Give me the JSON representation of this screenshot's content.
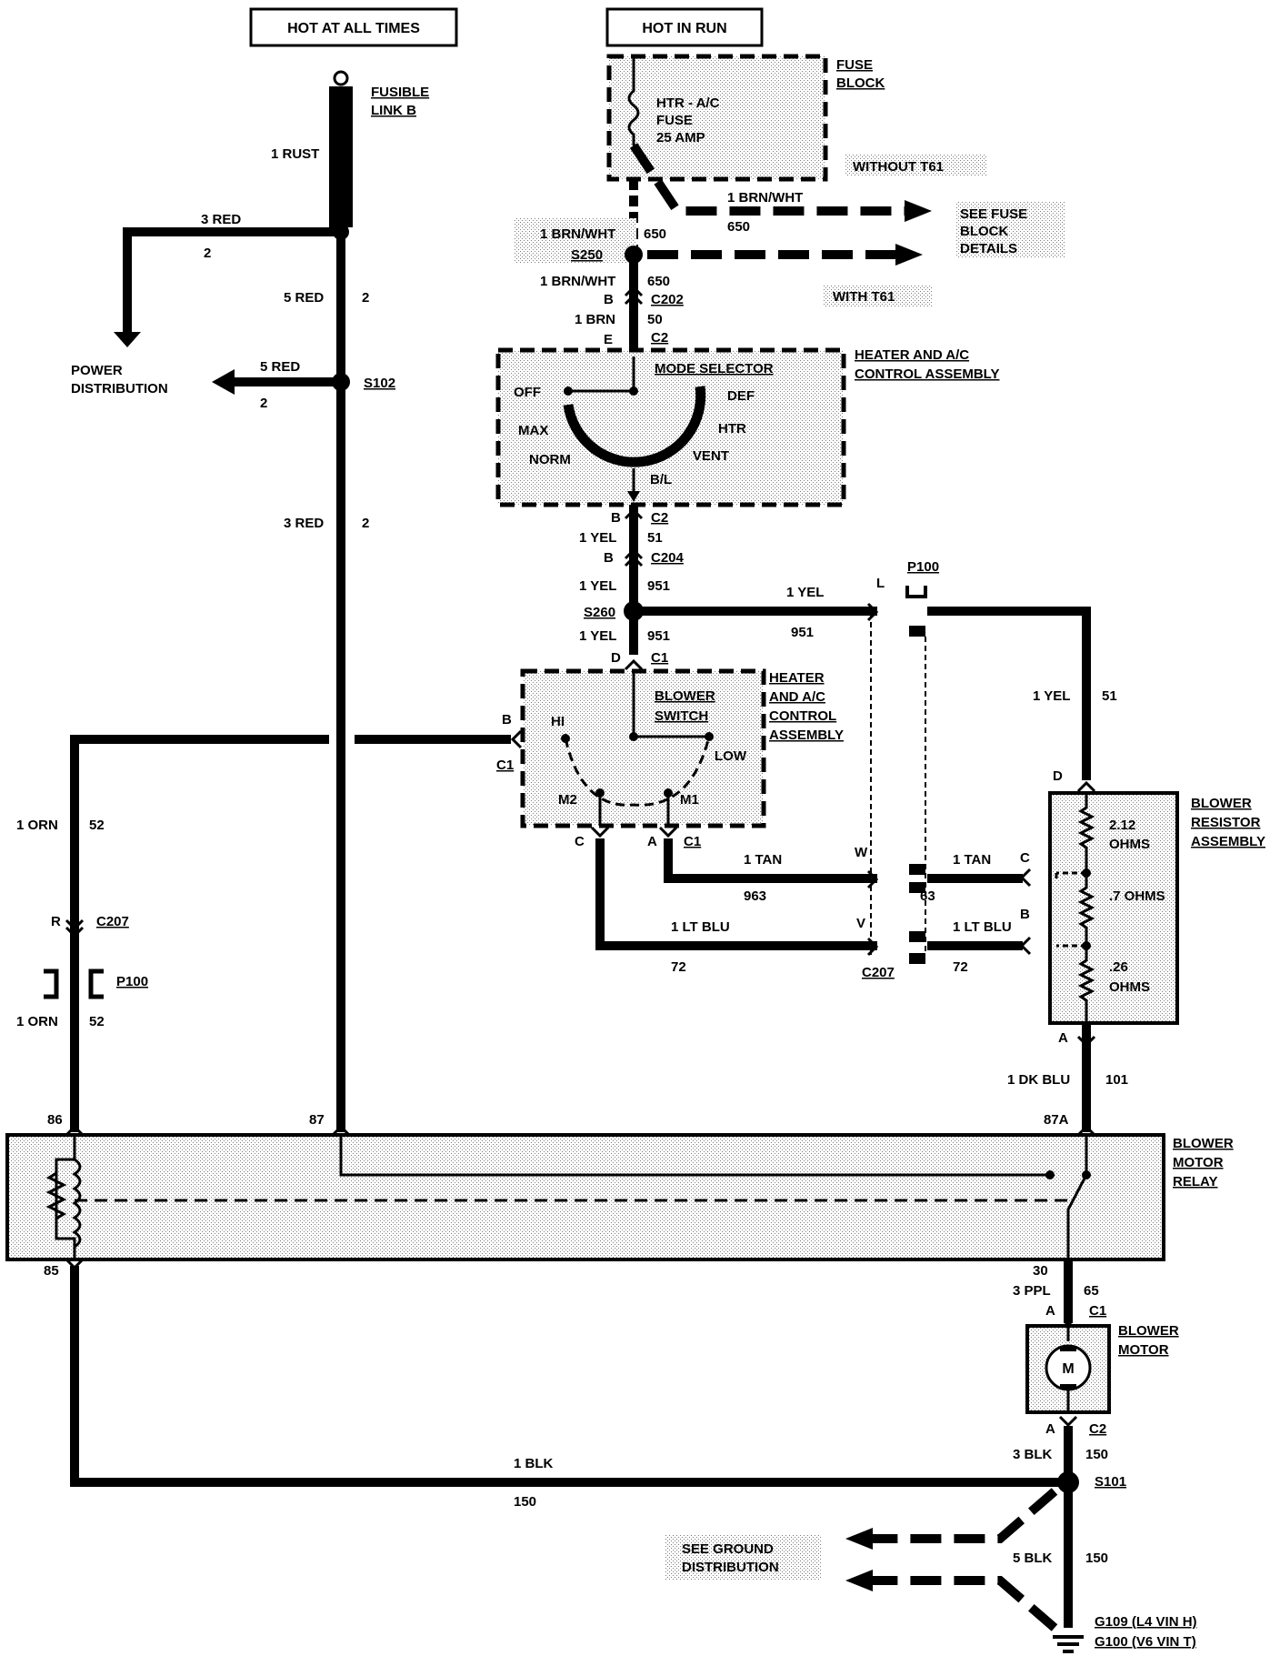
{
  "headers": {
    "hot_at_all_times": "HOT AT ALL TIMES",
    "hot_in_run": "HOT IN RUN"
  },
  "components": {
    "fusible_link": [
      "FUSIBLE",
      "LINK B"
    ],
    "fuse_block": [
      "FUSE",
      "BLOCK"
    ],
    "fuse": [
      "HTR - A/C",
      "FUSE",
      "25 AMP"
    ],
    "without_t61": "WITHOUT T61",
    "with_t61": "WITH T61",
    "see_fuse_block": [
      "SEE FUSE",
      "BLOCK",
      "DETAILS"
    ],
    "power_distribution": [
      "POWER",
      "DISTRIBUTION"
    ],
    "heater_ac_control_1": [
      "HEATER AND A/C",
      "CONTROL ASSEMBLY"
    ],
    "mode_selector": "MODE SELECTOR",
    "mode_positions": [
      "OFF",
      "MAX",
      "NORM",
      "DEF",
      "HTR",
      "VENT",
      "B/L"
    ],
    "heater_ac_control_2": [
      "HEATER",
      "AND A/C",
      "CONTROL",
      "ASSEMBLY"
    ],
    "blower_switch": [
      "BLOWER",
      "SWITCH"
    ],
    "switch_positions": [
      "HI",
      "LOW",
      "M2",
      "M1"
    ],
    "blower_resistor": [
      "BLOWER",
      "RESISTOR",
      "ASSEMBLY"
    ],
    "resistor_values": [
      [
        "2.12",
        "OHMS"
      ],
      [
        ".7 OHMS"
      ],
      [
        ".26",
        "OHMS"
      ]
    ],
    "blower_motor_relay": [
      "BLOWER",
      "MOTOR",
      "RELAY"
    ],
    "blower_motor": [
      "BLOWER",
      "MOTOR"
    ],
    "motor_symbol": "M",
    "see_ground": [
      "SEE GROUND",
      "DISTRIBUTION"
    ],
    "grounds": [
      "G109 (L4 VIN H)",
      "G100 (V6 VIN T)"
    ]
  },
  "splices": [
    "S102",
    "S250",
    "S260",
    "S101"
  ],
  "connectors": [
    "C202",
    "C2",
    "C204",
    "C1",
    "C207",
    "P100"
  ],
  "relay_pins": [
    "86",
    "87",
    "87A",
    "85",
    "30"
  ],
  "wires": [
    {
      "label": "1 RUST"
    },
    {
      "label": "3 RED",
      "circuit": "2"
    },
    {
      "label": "5 RED",
      "circuit": "2"
    },
    {
      "label": "1 BRN/WHT",
      "circuit": "650"
    },
    {
      "label": "1 BRN",
      "circuit": "50"
    },
    {
      "label": "1 YEL",
      "circuit": "51"
    },
    {
      "label": "1 YEL",
      "circuit": "951"
    },
    {
      "label": "1 ORN",
      "circuit": "52"
    },
    {
      "label": "1 TAN",
      "circuit": "963"
    },
    {
      "label": "1 TAN",
      "circuit": "63"
    },
    {
      "label": "1 LT BLU",
      "circuit": "72"
    },
    {
      "label": "1 DK BLU",
      "circuit": "101"
    },
    {
      "label": "3 PPL",
      "circuit": "65"
    },
    {
      "label": "3 BLK",
      "circuit": "150"
    },
    {
      "label": "1 BLK",
      "circuit": "150"
    },
    {
      "label": "5 BLK",
      "circuit": "150"
    }
  ],
  "pins": [
    "B",
    "E",
    "D",
    "A",
    "C",
    "L",
    "W",
    "V",
    "R"
  ]
}
